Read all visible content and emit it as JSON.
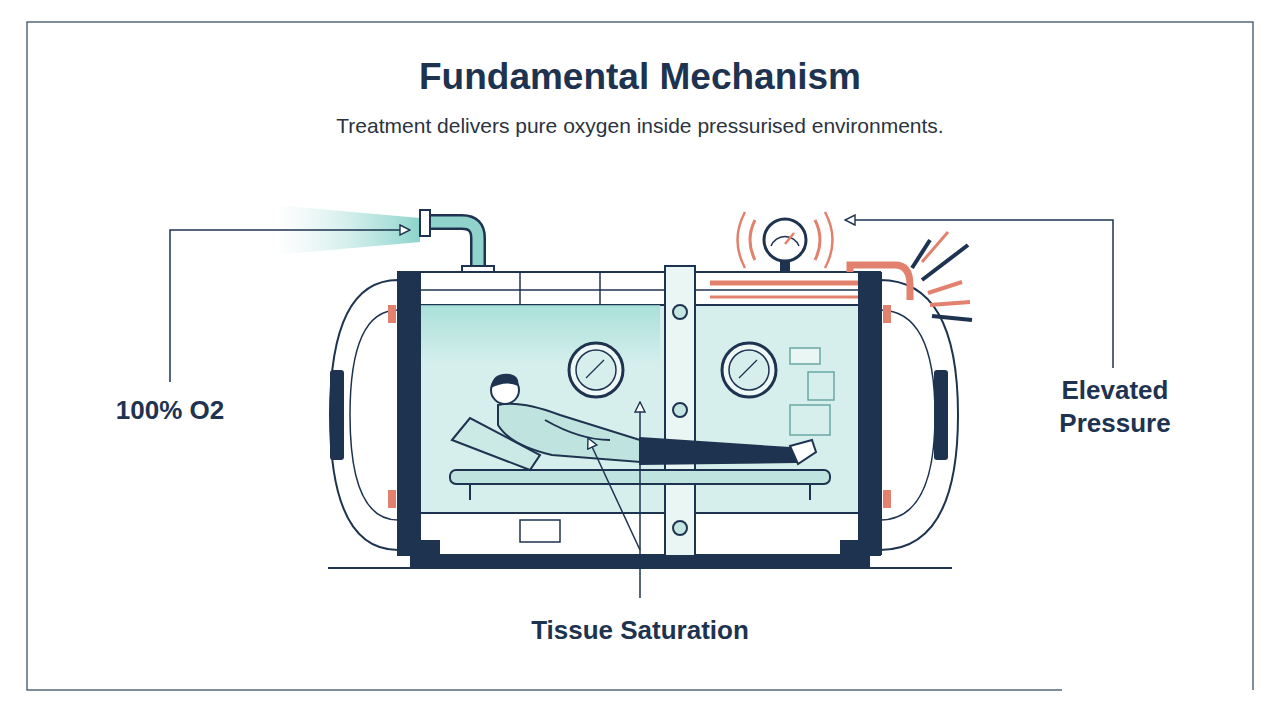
{
  "diagram": {
    "title": "Fundamental Mechanism",
    "caption": "Treatment delivers pure oxygen inside pressurised environments.",
    "labels": [
      "100% O2",
      "Elevated Pressure",
      "Tissue Saturation"
    ]
  }
}
